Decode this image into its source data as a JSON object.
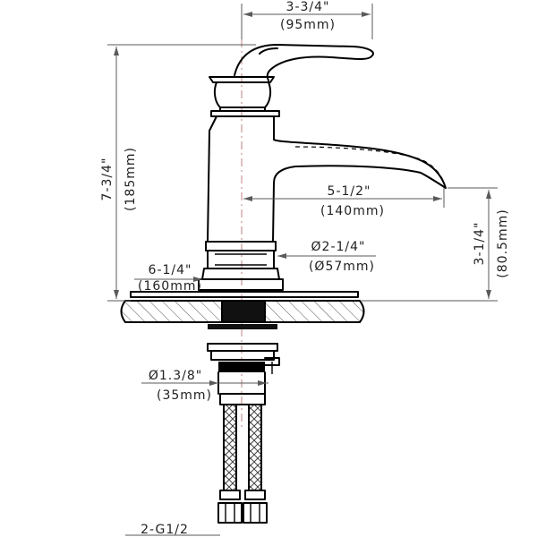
{
  "dimensions": {
    "width_in": "3-3/4\"",
    "width_mm": "(95mm)",
    "height_in": "7-3/4\"",
    "height_mm": "(185mm)",
    "reach_in": "5-1/2\"",
    "reach_mm": "(140mm)",
    "spout_height_in": "3-1/4\"",
    "spout_height_mm": "(80.5mm)",
    "base_dia_in": "Ø2-1/4\"",
    "base_dia_mm": "(Ø57mm)",
    "deck_max_in": "6-1/4\"",
    "deck_max_mm": "(160mm)",
    "hole_dia_in": "Ø1.3/8\"",
    "hole_dia_mm": "(35mm)",
    "connector": "2-G1/2"
  }
}
